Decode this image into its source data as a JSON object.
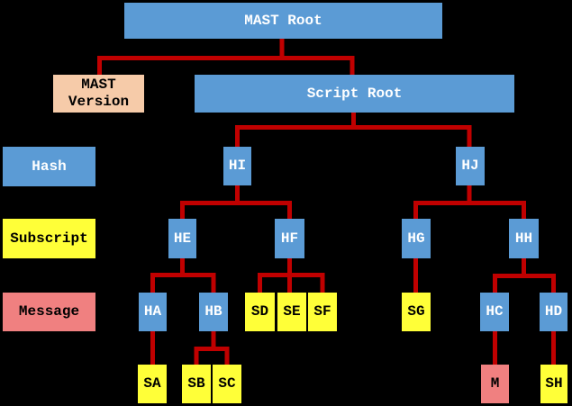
{
  "diagram": {
    "type": "tree",
    "colors": {
      "background": "#000000",
      "hash": "#5b9bd5",
      "subscript": "#ffff38",
      "message": "#f08080",
      "version": "#f6cba9",
      "connector": "#c00000"
    },
    "row_labels": {
      "hash": "Hash",
      "subscript": "Subscript",
      "message": "Message"
    },
    "nodes": {
      "mast_root": "MAST Root",
      "mast_version": "MAST Version",
      "script_root": "Script Root",
      "hi": "HI",
      "hj": "HJ",
      "he": "HE",
      "hf": "HF",
      "hg": "HG",
      "hh": "HH",
      "ha": "HA",
      "hb": "HB",
      "hc": "HC",
      "hd": "HD",
      "sd": "SD",
      "se": "SE",
      "sf": "SF",
      "sg": "SG",
      "sa": "SA",
      "sb": "SB",
      "sc": "SC",
      "sh": "SH",
      "m": "M"
    },
    "node_types": {
      "mast_root": "hash",
      "mast_version": "version",
      "script_root": "hash",
      "hi": "hash",
      "hj": "hash",
      "he": "hash",
      "hf": "hash",
      "hg": "hash",
      "hh": "hash",
      "ha": "hash",
      "hb": "hash",
      "hc": "hash",
      "hd": "hash",
      "sd": "subscript",
      "se": "subscript",
      "sf": "subscript",
      "sg": "subscript",
      "sa": "subscript",
      "sb": "subscript",
      "sc": "subscript",
      "sh": "subscript",
      "m": "message"
    },
    "edges": [
      [
        "mast_root",
        "mast_version"
      ],
      [
        "mast_root",
        "script_root"
      ],
      [
        "script_root",
        "hi"
      ],
      [
        "script_root",
        "hj"
      ],
      [
        "hi",
        "he"
      ],
      [
        "hi",
        "hf"
      ],
      [
        "hj",
        "hg"
      ],
      [
        "hj",
        "hh"
      ],
      [
        "he",
        "ha"
      ],
      [
        "he",
        "hb"
      ],
      [
        "hf",
        "sd"
      ],
      [
        "hf",
        "se"
      ],
      [
        "hf",
        "sf"
      ],
      [
        "hg",
        "sg"
      ],
      [
        "hh",
        "hc"
      ],
      [
        "hh",
        "hd"
      ],
      [
        "ha",
        "sa"
      ],
      [
        "hb",
        "sb"
      ],
      [
        "hb",
        "sc"
      ],
      [
        "hc",
        "m"
      ],
      [
        "hd",
        "sh"
      ]
    ]
  }
}
